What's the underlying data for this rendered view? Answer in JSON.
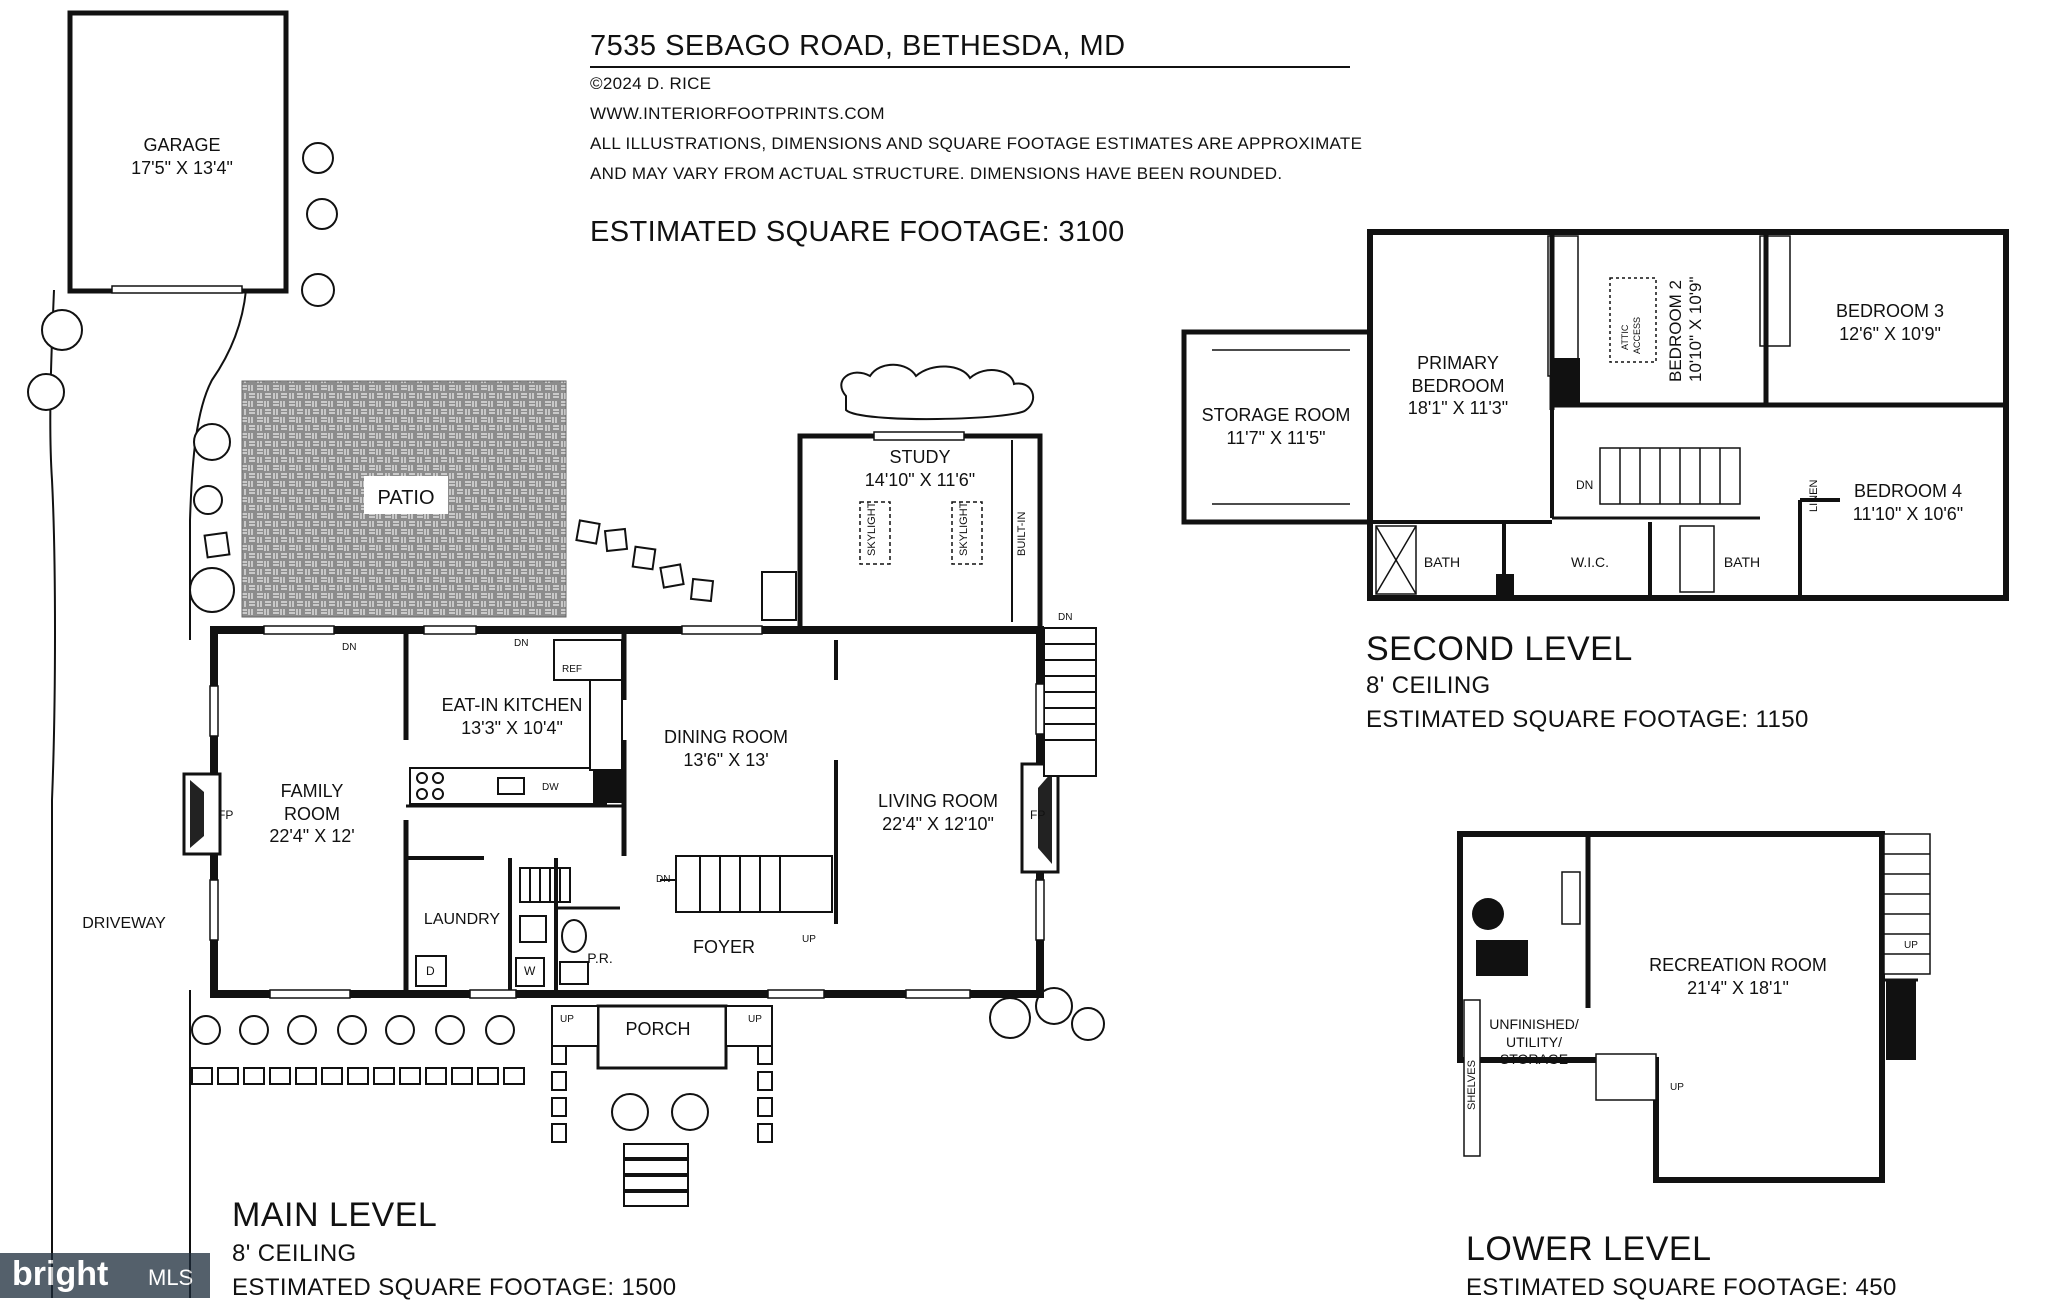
{
  "header": {
    "address": "7535 SEBAGO ROAD, BETHESDA, MD",
    "copyright": "©2024 D. RICE",
    "website": "WWW.INTERIORFOOTPRINTS.COM",
    "disclaimer_line1": "ALL ILLUSTRATIONS, DIMENSIONS AND SQUARE FOOTAGE ESTIMATES ARE APPROXIMATE",
    "disclaimer_line2": "AND MAY VARY FROM ACTUAL STRUCTURE. DIMENSIONS HAVE BEEN ROUNDED.",
    "total_sqft": "ESTIMATED SQUARE FOOTAGE: 3100"
  },
  "main_level": {
    "title": "MAIN LEVEL",
    "ceiling": "8' CEILING",
    "sqft": "ESTIMATED SQUARE FOOTAGE: 1500",
    "rooms": {
      "garage": {
        "name": "GARAGE",
        "dims": "17'5\" X 13'4\""
      },
      "patio": {
        "name": "PATIO"
      },
      "study": {
        "name": "STUDY",
        "dims": "14'10\" X 11'6\""
      },
      "family_room": {
        "name": "FAMILY",
        "name2": "ROOM",
        "dims": "22'4\" X 12'"
      },
      "kitchen": {
        "name": "EAT-IN KITCHEN",
        "dims": "13'3\" X 10'4\""
      },
      "dining_room": {
        "name": "DINING ROOM",
        "dims": "13'6\" X 13'"
      },
      "living_room": {
        "name": "LIVING ROOM",
        "dims": "22'4\" X 12'10\""
      },
      "laundry": {
        "name": "LAUNDRY"
      },
      "powder_room": {
        "name": "P.R."
      },
      "foyer": {
        "name": "FOYER"
      },
      "porch": {
        "name": "PORCH"
      },
      "driveway": {
        "name": "DRIVEWAY"
      }
    },
    "labels": {
      "skylight": "SKYLIGHT",
      "built_in": "BUILT-IN",
      "fireplace": "FP",
      "ref": "REF",
      "dw": "DW",
      "dryer": "D",
      "washer": "W",
      "dn": "DN",
      "up": "UP"
    }
  },
  "second_level": {
    "title": "SECOND LEVEL",
    "ceiling": "8' CEILING",
    "sqft": "ESTIMATED SQUARE FOOTAGE: 1150",
    "rooms": {
      "storage": {
        "name": "STORAGE ROOM",
        "dims": "11'7\" X 11'5\""
      },
      "primary": {
        "name": "PRIMARY",
        "name2": "BEDROOM",
        "dims": "18'1\" X 11'3\""
      },
      "bedroom2": {
        "name": "BEDROOM 2",
        "dims": "10'10\" X 10'9\""
      },
      "bedroom3": {
        "name": "BEDROOM 3",
        "dims": "12'6\" X 10'9\""
      },
      "bedroom4": {
        "name": "BEDROOM 4",
        "dims": "11'10\" X 10'6\""
      },
      "bath1": {
        "name": "BATH"
      },
      "bath2": {
        "name": "BATH"
      },
      "wic": {
        "name": "W.I.C."
      }
    },
    "labels": {
      "attic": "ATTIC",
      "access": "ACCESS",
      "linen": "LINEN",
      "dn": "DN"
    }
  },
  "lower_level": {
    "title": "LOWER LEVEL",
    "sqft": "ESTIMATED SQUARE FOOTAGE: 450",
    "rooms": {
      "recreation": {
        "name": "RECREATION ROOM",
        "dims": "21'4\" X 18'1\""
      },
      "utility": {
        "line1": "UNFINISHED/",
        "line2": "UTILITY/",
        "line3": "STORAGE"
      }
    },
    "labels": {
      "shelves": "SHELVES",
      "up": "UP"
    }
  },
  "watermark": {
    "brand": "bright",
    "suffix": "MLS"
  }
}
